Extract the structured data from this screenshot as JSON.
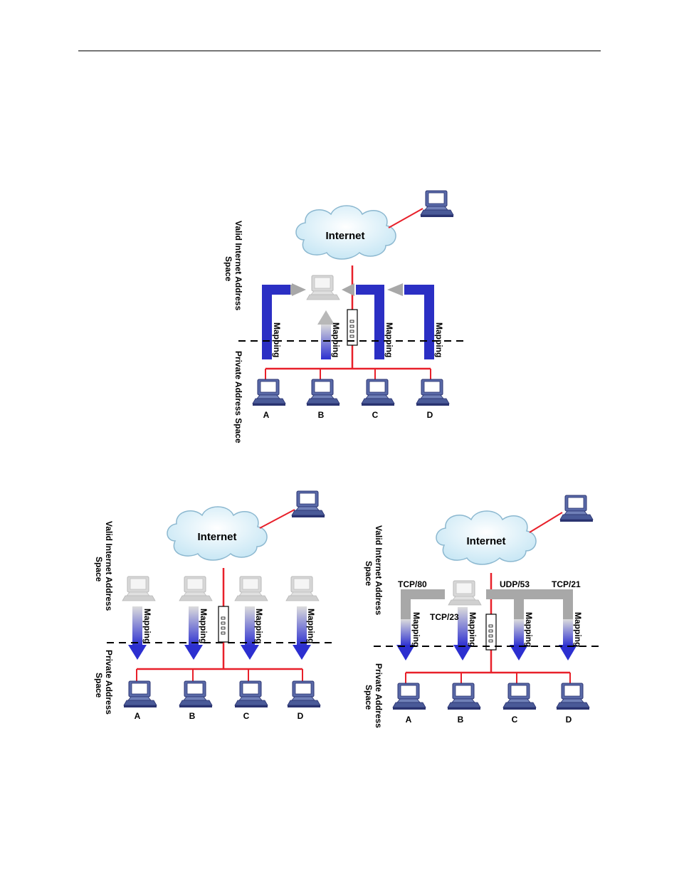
{
  "diagrams": [
    {
      "cloud_label": "Internet",
      "valid_space_label_line1": "Valid Internet Address",
      "valid_space_label_line2": "Space",
      "private_space_label": "Private Address Space",
      "mapping_labels": [
        "Mapping",
        "Mapping",
        "Mapping",
        "Mapping"
      ],
      "hosts": [
        "A",
        "B",
        "C",
        "D"
      ]
    },
    {
      "cloud_label": "Internet",
      "valid_space_label_line1": "Valid Internet Address",
      "valid_space_label_line2": "Space",
      "private_space_label_line1": "Private Address",
      "private_space_label_line2": "Space",
      "mapping_labels": [
        "Mapping",
        "Mapping",
        "Mapping",
        "Mapping"
      ],
      "hosts": [
        "A",
        "B",
        "C",
        "D"
      ]
    },
    {
      "cloud_label": "Internet",
      "valid_space_label_line1": "Valid Internet Address",
      "valid_space_label_line2": "Space",
      "private_space_label_line1": "Private Address",
      "private_space_label_line2": "Space",
      "mapping_labels": [
        "Mapping",
        "Mapping",
        "Mapping",
        "Mapping"
      ],
      "port_labels": [
        "TCP/80",
        "TCP/23",
        "UDP/53",
        "TCP/21"
      ],
      "hosts": [
        "A",
        "B",
        "C",
        "D"
      ]
    }
  ],
  "colors": {
    "link": "#e8202a",
    "mapping_blue": "#2b2fc4",
    "mapping_gray": "#a8a8a8",
    "cloud_fill": "#d6eef8",
    "monitor": "#4a5a9a"
  }
}
